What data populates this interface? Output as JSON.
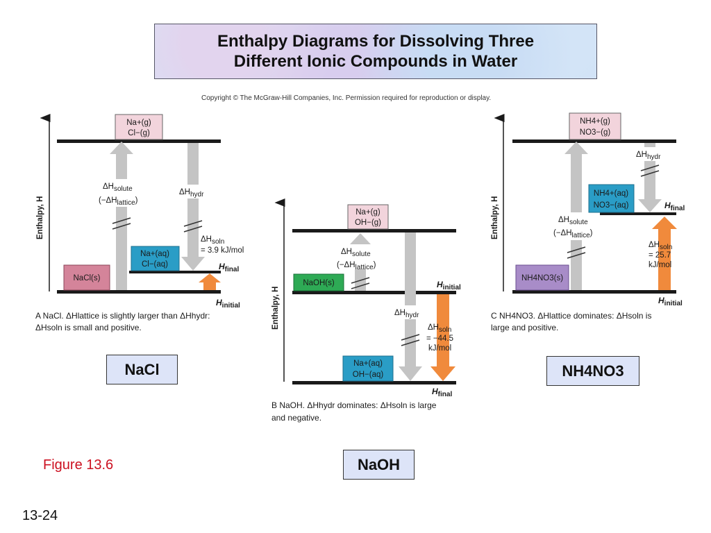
{
  "title": {
    "line1": "Enthalpy Diagrams for Dissolving Three",
    "line2": "Different Ionic Compounds in Water"
  },
  "copyright": "Copyright © The McGraw-Hill Companies, Inc. Permission required for reproduction or display.",
  "figure_label": "Figure 13.6",
  "page_number": "13-24",
  "colors": {
    "bar": "#1a1a1a",
    "gray_arrow": "#c4c4c4",
    "orange_arrow": "#f08a3c",
    "gas_box": "#f2d4dc",
    "aq_box": "#2a9dc6",
    "nacl_solid": "#d4849a",
    "naoh_solid": "#2eaa55",
    "nh4no3_solid": "#a88cc8",
    "figure_label": "#cc1020"
  },
  "common": {
    "enthalpy_axis": "Enthalpy, H",
    "dH": "ΔH",
    "solute": "solute",
    "lattice_open": "(−ΔH",
    "lattice": "lattice",
    "close_paren": ")",
    "hydr": "hydr",
    "soln": "soln",
    "H": "H",
    "initial": "initial",
    "final": "final"
  },
  "panels": {
    "nacl": {
      "name_label": "NaCl",
      "gas_line1": "Na+(g)",
      "gas_line2": "Cl−(g)",
      "aq_line1": "Na+(aq)",
      "aq_line2": "Cl−(aq)",
      "solid": "NaCl(s)",
      "soln_value": "= 3.9 kJ/mol",
      "caption_line1": "A  NaCl.  ΔHlattice is slightly larger than ΔHhydr:",
      "caption_line2": "ΔHsoln is small and positive."
    },
    "naoh": {
      "name_label": "NaOH",
      "gas_line1": "Na+(g)",
      "gas_line2": "OH−(g)",
      "aq_line1": "Na+(aq)",
      "aq_line2": "OH−(aq)",
      "solid": "NaOH(s)",
      "soln_value_line1": "= −44.5",
      "soln_value_line2": "kJ/mol",
      "caption_line1": "B  NaOH. ΔHhydr dominates: ΔHsoln is large",
      "caption_line2": "and negative."
    },
    "nh4no3": {
      "name_label": "NH4NO3",
      "gas_line1": "NH4+(g)",
      "gas_line2": "NO3−(g)",
      "aq_line1": "NH4+(aq)",
      "aq_line2": "NO3−(aq)",
      "solid": "NH4NO3(s)",
      "soln_value_line1": "= 25.7",
      "soln_value_line2": "kJ/mol",
      "caption_line1": "C  NH4NO3. ΔHlattice dominates: ΔHsoln is",
      "caption_line2": "large and positive."
    }
  }
}
